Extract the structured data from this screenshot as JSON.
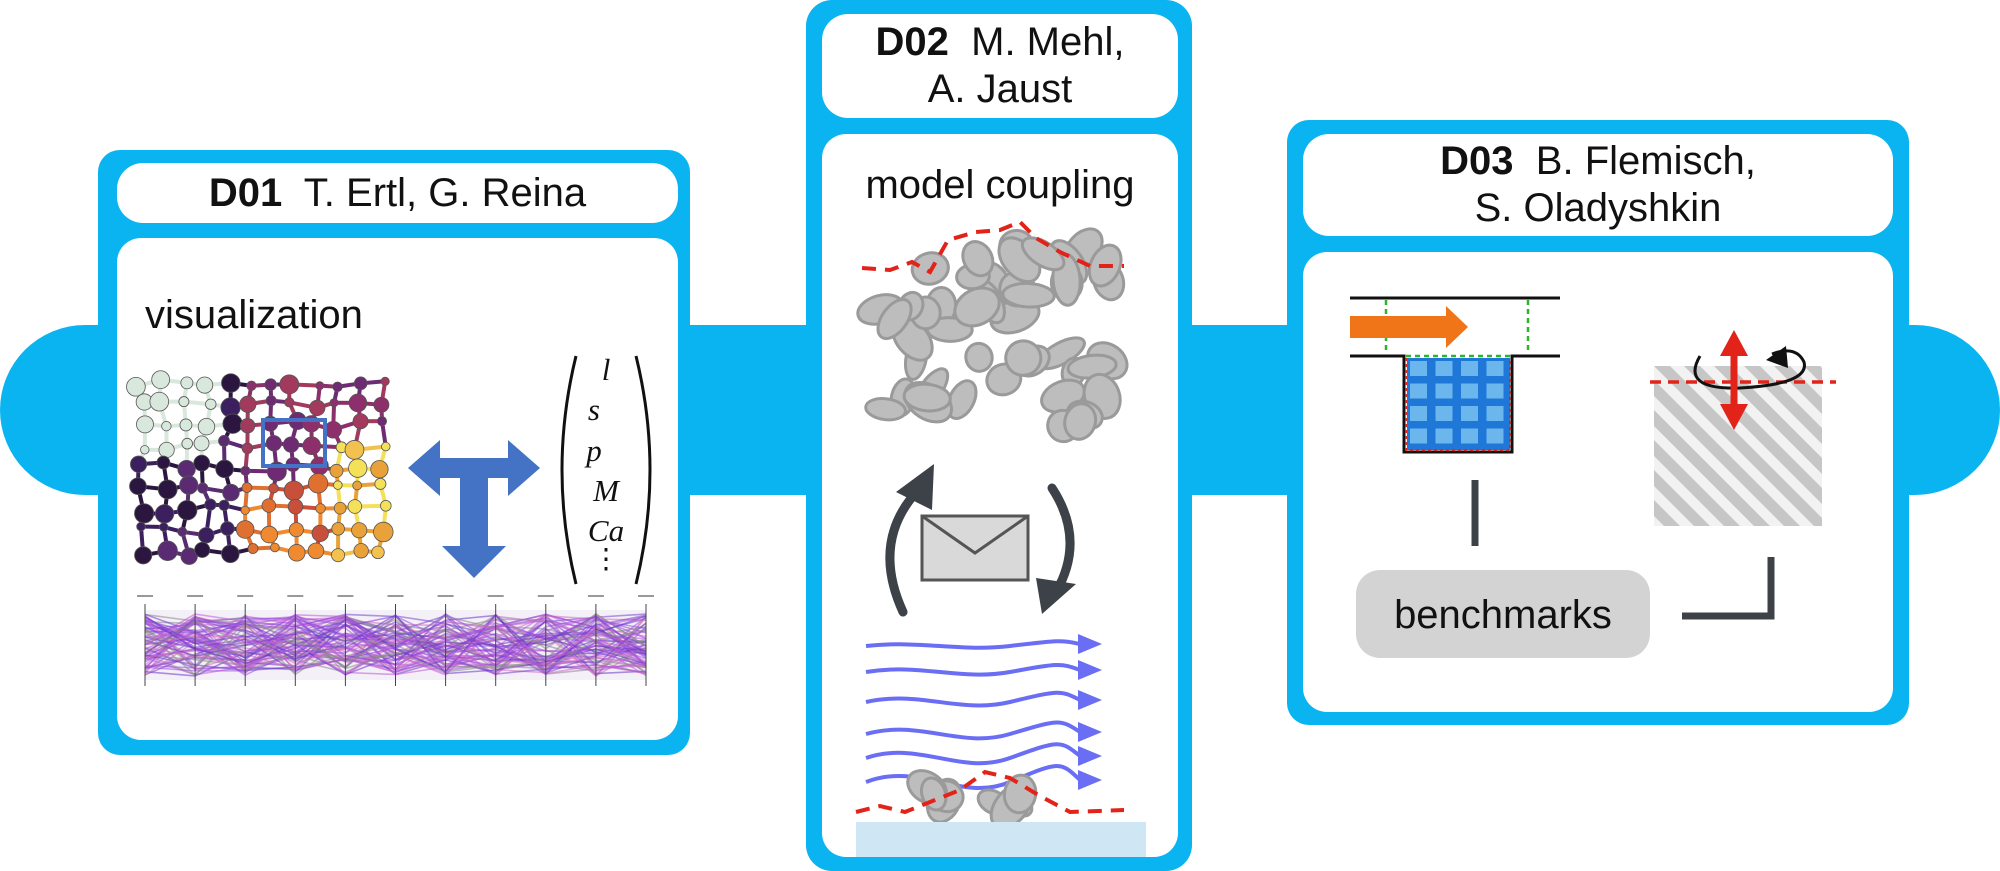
{
  "colors": {
    "frame": "#0ab4f0",
    "panel": "#ffffff",
    "dark_gray": "#3d4248",
    "grain_fill": "#bdbdbd",
    "grain_stroke": "#9a9a9a",
    "interface_red": "#e2231a",
    "flow_blue": "#6a6ef4",
    "arrow_blue": "#4472c4",
    "orange": "#f07418",
    "cell_blue": "#1f78d8",
    "wall_light_blue": "#cfe6f5"
  },
  "projects": [
    {
      "code": "D01",
      "authors": "  T. Ertl, G. Reina",
      "topic": "visualization"
    },
    {
      "code": "D02",
      "authors_line1": "  M. Mehl,",
      "authors_line2": "A. Jaust",
      "topic": "model coupling"
    },
    {
      "code": "D03",
      "authors_line1": "  B. Flemisch,",
      "authors_line2": "S. Oladyshkin",
      "topic": "benchmarks"
    }
  ],
  "equation_terms": [
    "l",
    "s⃗",
    "p⃗",
    "M",
    "Ca",
    "⋮"
  ],
  "icons": {
    "d01": [
      "pore-network-icon",
      "two-way-arrow-icon",
      "parallel-coordinates-icon"
    ],
    "d02": [
      "porous-grains-icon",
      "exchange-arrows-icon",
      "envelope-icon",
      "streamlines-icon"
    ],
    "d03": [
      "channel-flow-icon",
      "rotated-lattice-icon"
    ]
  }
}
